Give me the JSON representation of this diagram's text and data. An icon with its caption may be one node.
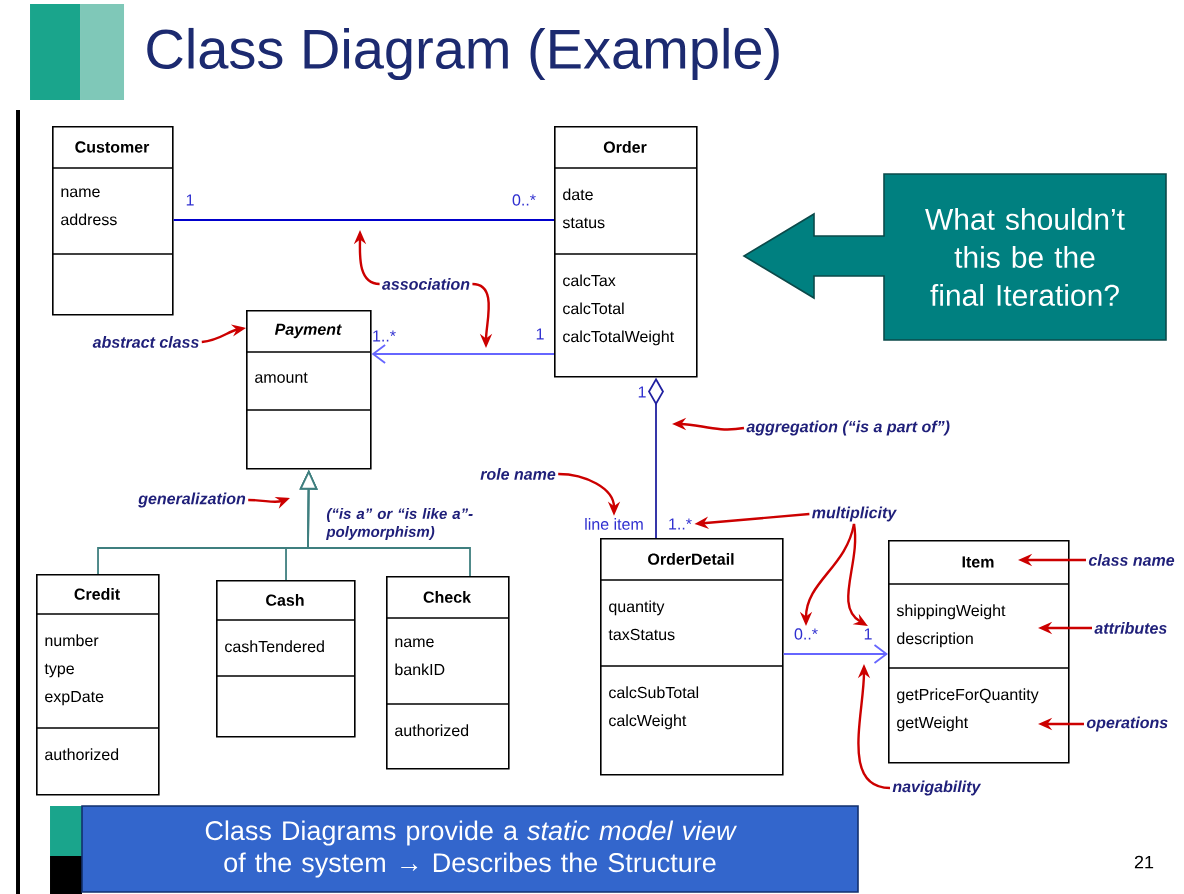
{
  "diagram": {
    "title": "Class Diagram (Example)",
    "nodes": [
      {
        "text": [
          "Customer",
          "name address"
        ]
      },
      {
        "text": [
          "Order",
          "date status",
          "calcTax calcTotal calcTotalWeight"
        ]
      },
      {
        "text": [
          "What shouldn’t this be the final Iteration?"
        ]
      },
      {
        "text": [
          "Payment",
          "amount"
        ]
      },
      {
        "text": [
          "Credit",
          "number type expDate",
          "authorized"
        ]
      },
      {
        "text": [
          "Cash",
          "cashTendered"
        ]
      },
      {
        "text": [
          "Check",
          "name bankID",
          "authorized"
        ]
      },
      {
        "text": [
          "OrderDetail",
          "quantity taxStatus",
          "calcSubTotal calcWeight"
        ]
      },
      {
        "text": [
          "Item",
          "shippingWeight description",
          "getPriceForQuantity getWeight"
        ]
      },
      {
        "text": [
          "Class Diagrams provide a *static model view* of the system → Describes the Structure"
        ]
      },
      {
        "text": [
          "association"
        ]
      },
      {
        "text": [
          "abstract class"
        ]
      },
      {
        "text": [
          "generalization"
        ]
      },
      {
        "text": [
          "role name"
        ]
      },
      {
        "text": [
          "aggregation  (“is a part of”)"
        ]
      },
      {
        "text": [
          "multiplicity"
        ]
      },
      {
        "text": [
          "class name"
        ]
      },
      {
        "text": [
          "attributes"
        ]
      },
      {
        "text": [
          "operations"
        ]
      },
      {
        "text": [
          "navigability"
        ]
      },
      {
        "text": [
          "line item"
        ]
      },
      {
        "text": [
          "1..*"
        ]
      },
      {
        "text": [
          "0..*"
        ]
      },
      {
        "text": [
          "1"
        ]
      }
    ],
    "edges": [
      {
        "from": 0,
        "to": 1,
        "arrow": "none",
        "color": "#0000cc"
      },
      {
        "from": 1,
        "to": 3,
        "arrow": "to",
        "color": "#6666ff"
      },
      {
        "from": 4,
        "to": 3,
        "arrow": "to",
        "color": "#3f7f7f"
      },
      {
        "from": 5,
        "to": 3,
        "arrow": "to",
        "color": "#3f7f7f"
      },
      {
        "from": 6,
        "to": 3,
        "arrow": "to",
        "color": "#3f7f7f"
      },
      {
        "from": 1,
        "to": 7,
        "arrow": "other",
        "color": "#2020a0"
      },
      {
        "from": 7,
        "to": 8,
        "arrow": "to",
        "color": "#6666ff"
      },
      {
        "from": 10,
        "to": null,
        "arrow": "to",
        "color": "#cc0000"
      },
      {
        "from": 10,
        "to": null,
        "arrow": "to",
        "color": "#cc0000"
      },
      {
        "from": 11,
        "to": 3,
        "arrow": "to",
        "color": "#cc0000"
      },
      {
        "from": 12,
        "to": null,
        "arrow": "to",
        "color": "#cc0000"
      },
      {
        "from": 13,
        "to": 20,
        "arrow": "to",
        "color": "#cc0000"
      },
      {
        "from": 14,
        "to": null,
        "arrow": "to",
        "color": "#cc0000"
      },
      {
        "from": 15,
        "to": 21,
        "arrow": "to",
        "color": "#cc0000"
      },
      {
        "from": 15,
        "to": 22,
        "arrow": "to",
        "color": "#cc0000"
      },
      {
        "from": 15,
        "to": 23,
        "arrow": "to",
        "color": "#cc0000"
      },
      {
        "from": 16,
        "to": 8,
        "arrow": "to",
        "color": "#cc0000"
      },
      {
        "from": 17,
        "to": 8,
        "arrow": "to",
        "color": "#cc0000"
      },
      {
        "from": 18,
        "to": 8,
        "arrow": "to",
        "color": "#cc0000"
      },
      {
        "from": 19,
        "to": 8,
        "arrow": "to",
        "color": "#cc0000"
      }
    ],
    "labels": [
      "1",
      "0..*",
      "1..*",
      "1",
      "1",
      "(“is a” or “is like a”- polymorphism)",
      "21"
    ]
  }
}
